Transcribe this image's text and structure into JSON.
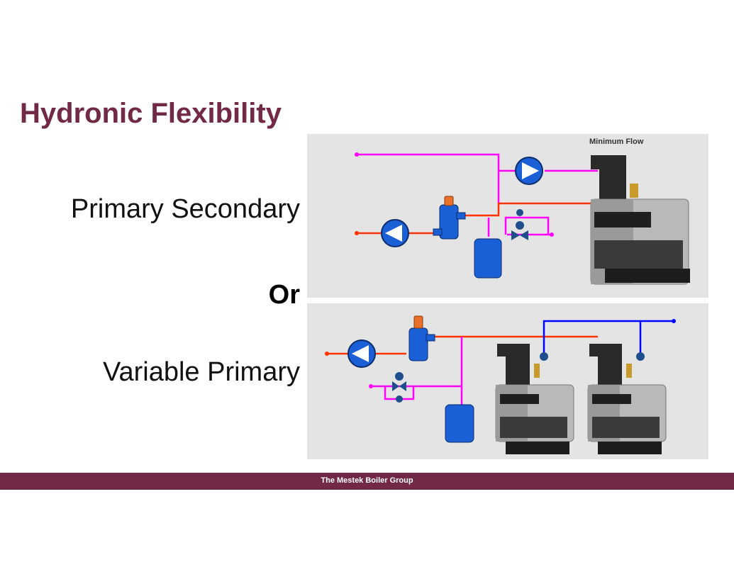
{
  "slide": {
    "title": "Hydronic Flexibility",
    "option_primary": "Primary Secondary",
    "option_or": "Or",
    "option_variable": "Variable Primary",
    "min_flow_label": "Minimum Flow",
    "footer": "The Mestek Boiler Group"
  },
  "colors": {
    "title": "#722945",
    "footer_bar": "#722945",
    "supply_pipe": "#ff3300",
    "bypass_pipe": "#ff00ff",
    "return_pipe": "#0000ff",
    "pump": "#1a5fd6",
    "panel": "#e4e4e4"
  }
}
